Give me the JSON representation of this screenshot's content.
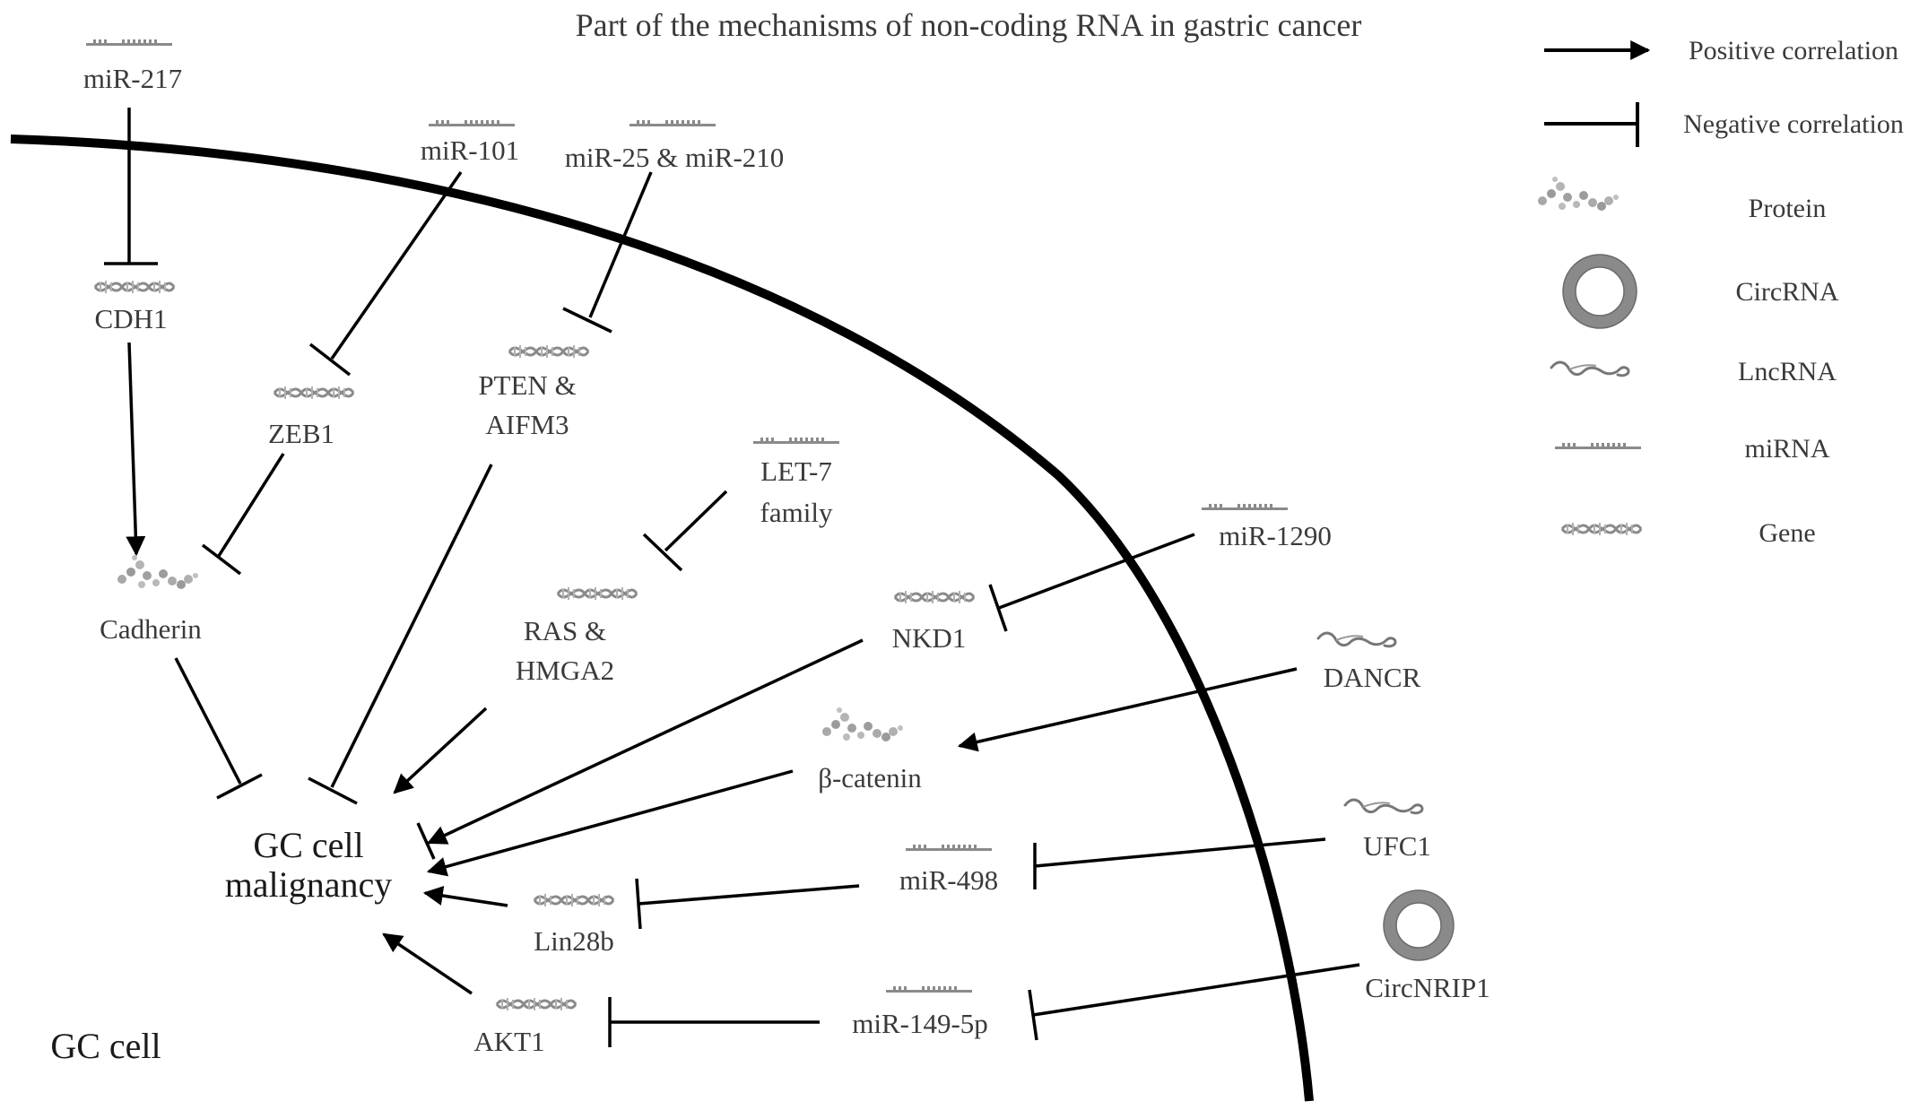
{
  "title": "Part of the mechanisms of non-coding RNA in gastric cancer",
  "cell_label": "GC cell",
  "target": {
    "line1": "GC cell",
    "line2": "malignancy"
  },
  "legend": {
    "positive": "Positive correlation",
    "negative": "Negative correlation",
    "protein": "Protein",
    "circrna": "CircRNA",
    "lncrna": "LncRNA",
    "mirna": "miRNA",
    "gene": "Gene"
  },
  "nodes": {
    "mir217": "miR-217",
    "mir101": "miR-101",
    "mir25_210": "miR-25 & miR-210",
    "cdh1": "CDH1",
    "zeb1": "ZEB1",
    "pten_l1": "PTEN &",
    "pten_l2": "AIFM3",
    "let7_l1": "LET-7",
    "let7_l2": "family",
    "mir1290": "miR-1290",
    "cadherin": "Cadherin",
    "nkd1": "NKD1",
    "ras_l1": "RAS &",
    "ras_l2": "HMGA2",
    "dancr": "DANCR",
    "bcatenin": "β-catenin",
    "ufc1": "UFC1",
    "mir498": "miR-498",
    "lin28b": "Lin28b",
    "circnrip1": "CircNRIP1",
    "mir149": "miR-149-5p",
    "akt1": "AKT1"
  },
  "colors": {
    "line": "#000000",
    "text": "#3a3a3a",
    "icon": "#9a9a9a"
  }
}
